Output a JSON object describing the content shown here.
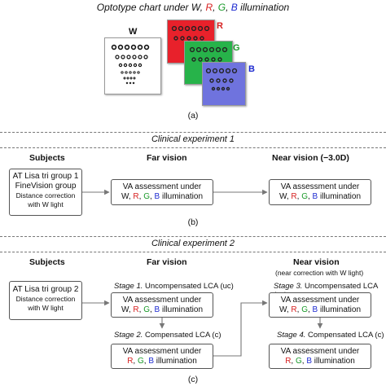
{
  "header": {
    "title_prefix": "Optotype chart under ",
    "w": "W",
    "sep1": ", ",
    "r": "R",
    "sep2": ", ",
    "g": "G",
    "sep3": ", ",
    "b": "B",
    "title_suffix": " illumination"
  },
  "cards": [
    {
      "label": "W",
      "bg": "#ffffff"
    },
    {
      "label": "R",
      "bg": "#e8212b"
    },
    {
      "label": "G",
      "bg": "#27b34a"
    },
    {
      "label": "B",
      "bg": "#6f73de"
    }
  ],
  "colors": {
    "r": "#d62020",
    "g": "#1a9a2a",
    "b": "#1d2ad0"
  },
  "panel_a_label": "(a)",
  "exp1": {
    "title": "Clinical experiment 1",
    "subjects_header": "Subjects",
    "far_header": "Far vision",
    "near_header": "Near vision (−3.0D)",
    "subjects_box": {
      "line1": "AT Lisa tri group 1",
      "line2": "FineVision group",
      "line3": "Distance correction",
      "line4": "with W light"
    },
    "far_box": {
      "line1": "VA assessment under",
      "line2_prefix": "W, ",
      "r": "R",
      "c1": ", ",
      "g": "G",
      "c2": ", ",
      "b": "B",
      "suffix": " illumination"
    },
    "near_box": {
      "line1": "VA assessment under",
      "line2_prefix": "W, ",
      "r": "R",
      "c1": ", ",
      "g": "G",
      "c2": ", ",
      "b": "B",
      "suffix": " illumination"
    },
    "label": "(b)"
  },
  "exp2": {
    "title": "Clinical experiment 2",
    "subjects_header": "Subjects",
    "far_header": "Far vision",
    "near_header": "Near vision",
    "near_sub": "(near correction with W light)",
    "subjects_box": {
      "line1": "AT Lisa tri group 2",
      "line2": "Distance correction",
      "line3": "with W light"
    },
    "stage1": {
      "italic": "Stage 1.",
      "text": " Uncompensated LCA (uc)"
    },
    "stage2": {
      "italic": "Stage 2.",
      "text": " Compensated LCA (c)"
    },
    "stage3": {
      "italic": "Stage 3.",
      "text": " Uncompensated LCA (uc)"
    },
    "stage4": {
      "italic": "Stage 4.",
      "text": " Compensated LCA (c)"
    },
    "box_line1": "VA assessment under",
    "box1": {
      "prefix": "W, ",
      "r": "R",
      "c1": ", ",
      "g": "G",
      "c2": ", ",
      "b": "B",
      "suffix": " illumination"
    },
    "box2": {
      "prefix": "",
      "r": "R",
      "c1": ", ",
      "g": "G",
      "c2": ", ",
      "b": "B",
      "suffix": " illumination"
    },
    "box3": {
      "prefix": "W, ",
      "r": "R",
      "c1": ", ",
      "g": "G",
      "c2": ", ",
      "b": "B",
      "suffix": " illumination"
    },
    "box4": {
      "prefix": "",
      "r": "R",
      "c1": ", ",
      "g": "G",
      "c2": ", ",
      "b": "B",
      "suffix": " illumination"
    },
    "label": "(c)"
  }
}
